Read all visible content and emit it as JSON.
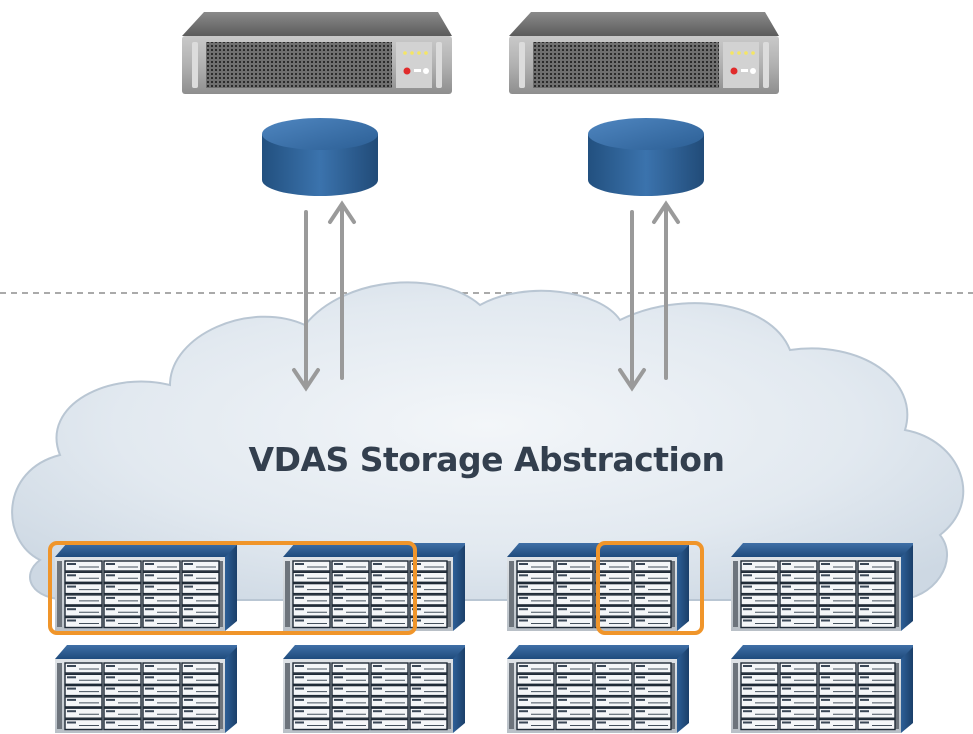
{
  "diagram": {
    "title": "VDAS Storage Abstraction",
    "colors": {
      "cloud_fill": "#dfe7ef",
      "cloud_stroke": "#b9c6d3",
      "volume_blue": "#2c5f95",
      "arrow_gray": "#9a9a9a",
      "selection_orange": "#f0952a",
      "separator_gray": "#8d8d8d"
    },
    "servers": [
      {
        "name": "server-1"
      },
      {
        "name": "server-2"
      }
    ],
    "volumes": [
      {
        "name": "volume-1",
        "icon": "database-cylinder-icon"
      },
      {
        "name": "volume-2",
        "icon": "database-cylinder-icon"
      }
    ],
    "storage_arrays": {
      "rows": 2,
      "per_row": 4,
      "icon": "disk-array-icon"
    },
    "highlights": [
      {
        "name": "highlight-group-wide",
        "spans": "row 1, arrays 1-2"
      },
      {
        "name": "highlight-group-narrow",
        "spans": "row 1, array 3 (partial)"
      }
    ]
  }
}
